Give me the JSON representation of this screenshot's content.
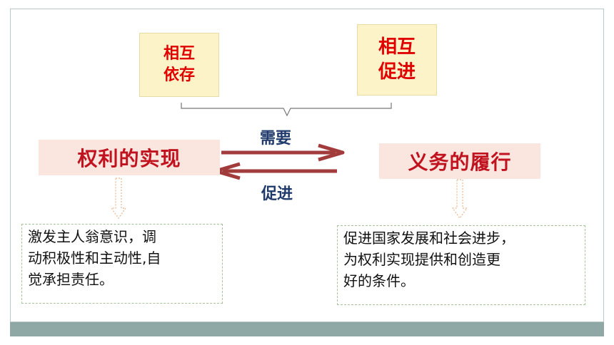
{
  "top_boxes": {
    "left": [
      "相互",
      "依存"
    ],
    "right": [
      "相互",
      "促进"
    ]
  },
  "labels": {
    "need": "需要",
    "promote": "促进"
  },
  "main_boxes": {
    "left": "权利的实现",
    "right": "义务的履行"
  },
  "descriptions": {
    "left": [
      "激发主人翁意识，调",
      "动积极性和主动性,自",
      "觉承担责任。"
    ],
    "right": [
      "促进国家发展和社会进步，",
      "为权利实现提供和创造更",
      "好的条件。"
    ]
  },
  "colors": {
    "arrow": "#a23b3b",
    "red_text": "#e00000",
    "dark_red_text": "#c1121f",
    "navy": "#1f3a6b",
    "yellow_fill": "#fdf3c8",
    "pink_fill": "#fbe6df",
    "bar": "#8fa8a6"
  }
}
